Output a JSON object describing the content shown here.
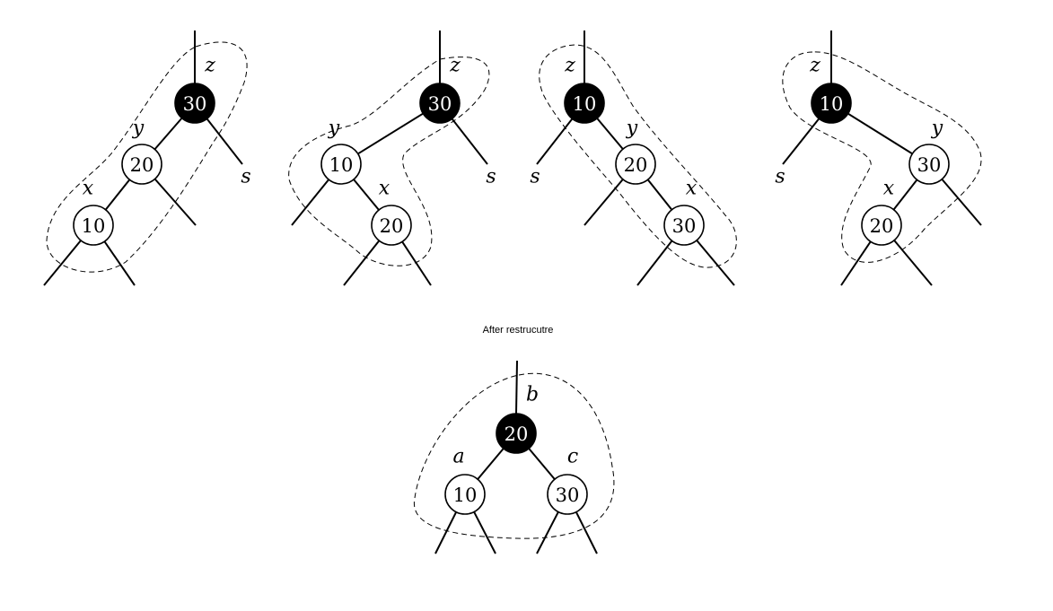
{
  "caption": "After restrucutre",
  "colors": {
    "black_node": "#000000",
    "white_node": "#ffffff",
    "line": "#000000"
  },
  "cases": [
    {
      "nodes": [
        {
          "id": "z",
          "value": "30",
          "label": "z",
          "color": "black"
        },
        {
          "id": "y",
          "value": "20",
          "label": "y",
          "color": "white"
        },
        {
          "id": "x",
          "value": "10",
          "label": "x",
          "color": "white"
        }
      ],
      "sibling_label": "s"
    },
    {
      "nodes": [
        {
          "id": "z",
          "value": "30",
          "label": "z",
          "color": "black"
        },
        {
          "id": "y",
          "value": "10",
          "label": "y",
          "color": "white"
        },
        {
          "id": "x",
          "value": "20",
          "label": "x",
          "color": "white"
        }
      ],
      "sibling_label": "s"
    },
    {
      "nodes": [
        {
          "id": "z",
          "value": "10",
          "label": "z",
          "color": "black"
        },
        {
          "id": "y",
          "value": "20",
          "label": "y",
          "color": "white"
        },
        {
          "id": "x",
          "value": "30",
          "label": "x",
          "color": "white"
        }
      ],
      "sibling_label": "s"
    },
    {
      "nodes": [
        {
          "id": "z",
          "value": "10",
          "label": "z",
          "color": "black"
        },
        {
          "id": "y",
          "value": "30",
          "label": "y",
          "color": "white"
        },
        {
          "id": "x",
          "value": "20",
          "label": "x",
          "color": "white"
        }
      ],
      "sibling_label": "s"
    }
  ],
  "result": {
    "nodes": [
      {
        "id": "b",
        "value": "20",
        "label": "b",
        "color": "black"
      },
      {
        "id": "a",
        "value": "10",
        "label": "a",
        "color": "white"
      },
      {
        "id": "c",
        "value": "30",
        "label": "c",
        "color": "white"
      }
    ]
  }
}
